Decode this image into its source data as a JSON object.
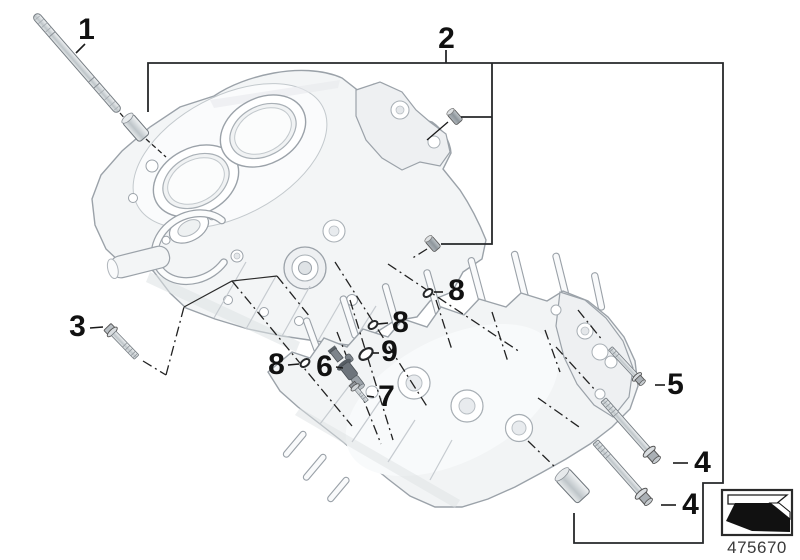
{
  "diagram": {
    "part_number": "475670",
    "callouts": [
      {
        "label": "1"
      },
      {
        "label": "2"
      },
      {
        "label": "3"
      },
      {
        "label": "5"
      },
      {
        "label": "4"
      },
      {
        "label": "4"
      },
      {
        "label": "8"
      },
      {
        "label": "8"
      },
      {
        "label": "9"
      },
      {
        "label": "8"
      },
      {
        "label": "6"
      },
      {
        "label": "7"
      }
    ],
    "icons": {
      "logo": "black-arrow-parts-logo"
    },
    "colors": {
      "ink": "#1a1a1a",
      "engine_outline": "#9ba2a9",
      "engine_fill": "#f3f5f6",
      "sensor_body": "#6d747b",
      "background": "#ffffff"
    }
  }
}
